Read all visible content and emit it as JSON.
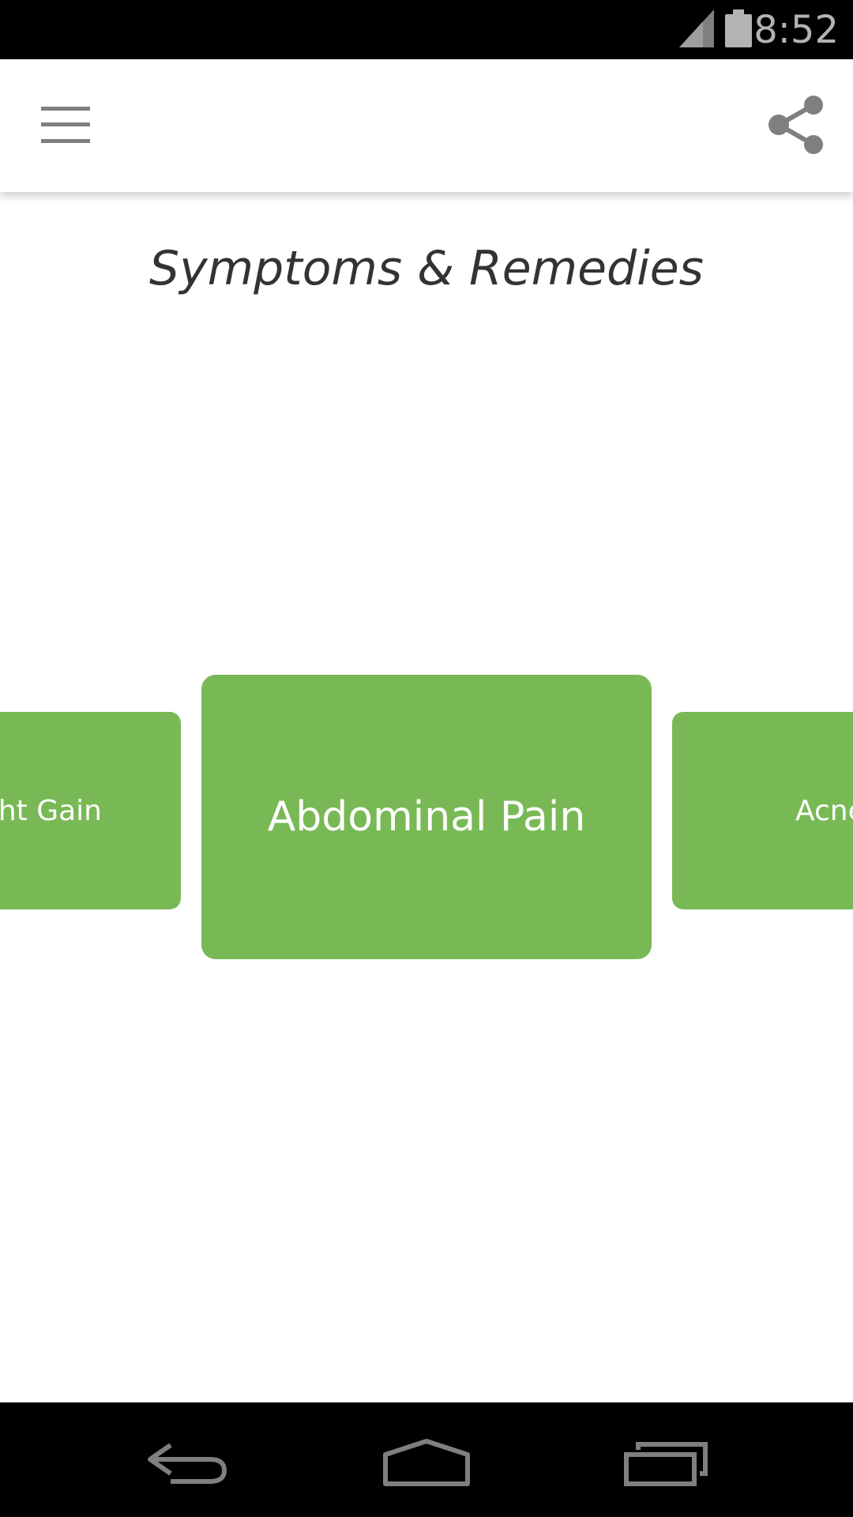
{
  "status_bar": {
    "time": "8:52",
    "icons": [
      "signal-icon",
      "battery-icon"
    ]
  },
  "toolbar": {
    "menu_icon": "menu-icon",
    "share_icon": "share-icon"
  },
  "page": {
    "title": "Symptoms & Remedies"
  },
  "carousel": {
    "items": [
      {
        "label": "ght Gain"
      },
      {
        "label": "Abdominal Pain"
      },
      {
        "label": "Acne"
      }
    ]
  },
  "colors": {
    "card": "#78b955",
    "text_on_card": "#ffffff",
    "title": "#333333",
    "bars": "#000000",
    "icons": "#7f7f7f"
  },
  "nav_bar": {
    "icons": [
      "back-icon",
      "home-icon",
      "recents-icon"
    ]
  }
}
